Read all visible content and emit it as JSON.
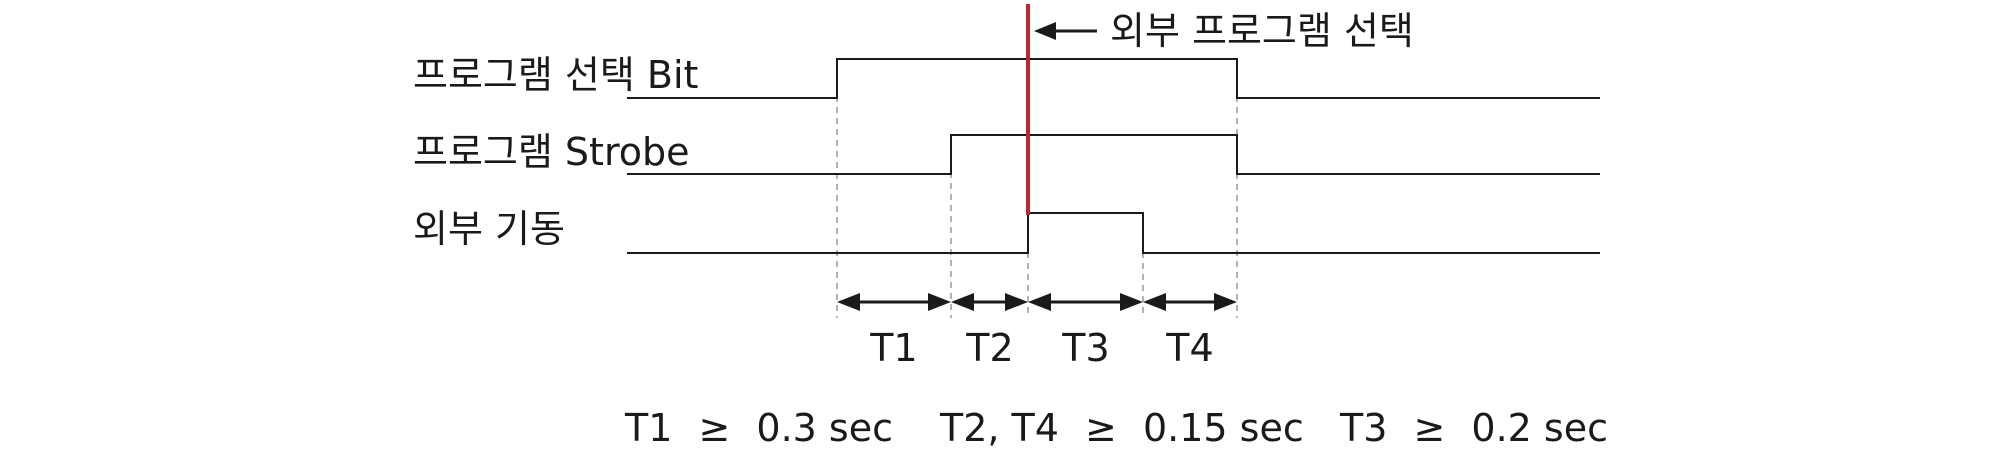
{
  "signals": [
    {
      "label": "프로그램 선택 Bit"
    },
    {
      "label": "프로그램 Strobe"
    },
    {
      "label": "외부 기동"
    }
  ],
  "annotation": {
    "label": "외부 프로그램 선택"
  },
  "intervals": [
    {
      "label": "T1"
    },
    {
      "label": "T2"
    },
    {
      "label": "T3"
    },
    {
      "label": "T4"
    }
  ],
  "constraints": [
    {
      "label": "T1",
      "op": "≥",
      "value": "0.3 sec"
    },
    {
      "label": "T2, T4",
      "op": "≥",
      "value": "0.15 sec"
    },
    {
      "label": "T3",
      "op": "≥",
      "value": "0.2 sec"
    }
  ],
  "colors": {
    "marker": "#c0272d",
    "line": "#1a1a1a",
    "guide": "#9a9a9a"
  }
}
